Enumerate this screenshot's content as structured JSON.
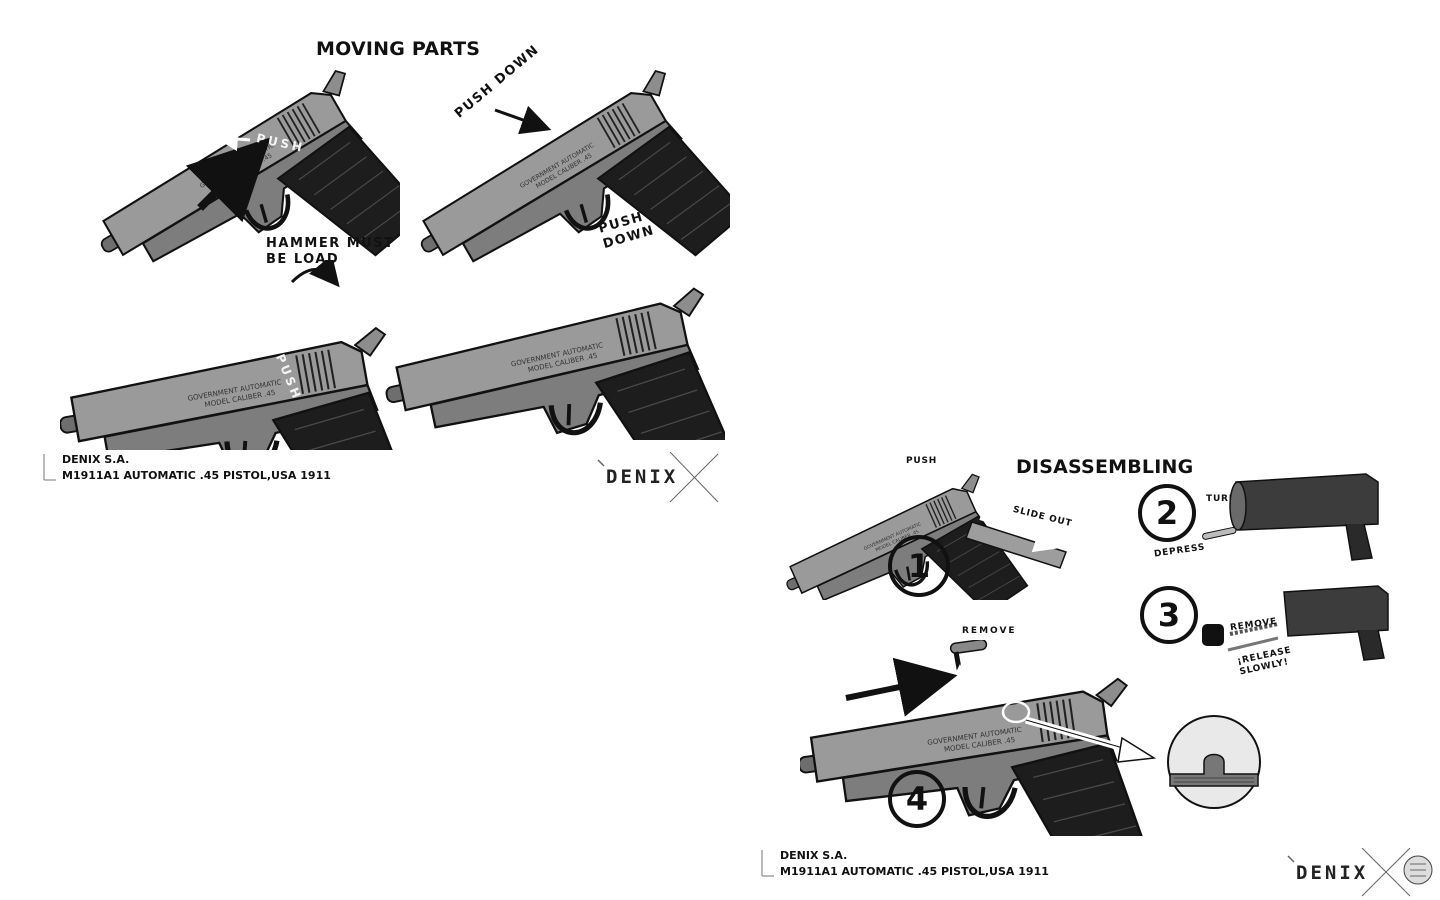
{
  "moving_parts": {
    "title": "MOVING PARTS",
    "callouts": {
      "push_1": "PUSH",
      "push_down_1": "PUSH DOWN",
      "hammer": "HAMMER MUST BE LOAD",
      "push_2": "PUSH",
      "push_down_2": "PUSH DOWN"
    },
    "footer": {
      "company": "DENIX S.A.",
      "model": "M1911A1 AUTOMATIC .45 PISTOL,USA 1911"
    },
    "brand": "DENIX"
  },
  "disassembling": {
    "title": "DISASSEMBLING",
    "steps": [
      {
        "number": "1",
        "labels": [
          "PUSH",
          "SLIDE OUT"
        ]
      },
      {
        "number": "2",
        "labels": [
          "TURN",
          "DEPRESS"
        ]
      },
      {
        "number": "3",
        "labels": [
          "REMOVE",
          "¡RELEASE SLOWLY!"
        ]
      },
      {
        "number": "4",
        "labels": [
          "REMOVE"
        ]
      }
    ],
    "footer": {
      "company": "DENIX S.A.",
      "model": "M1911A1 AUTOMATIC .45 PISTOL,USA 1911"
    },
    "brand": "DENIX"
  },
  "colors": {
    "ink": "#111111",
    "steel": "#8d8d8d",
    "grip": "#1d1d1d",
    "background": "#ffffff"
  }
}
